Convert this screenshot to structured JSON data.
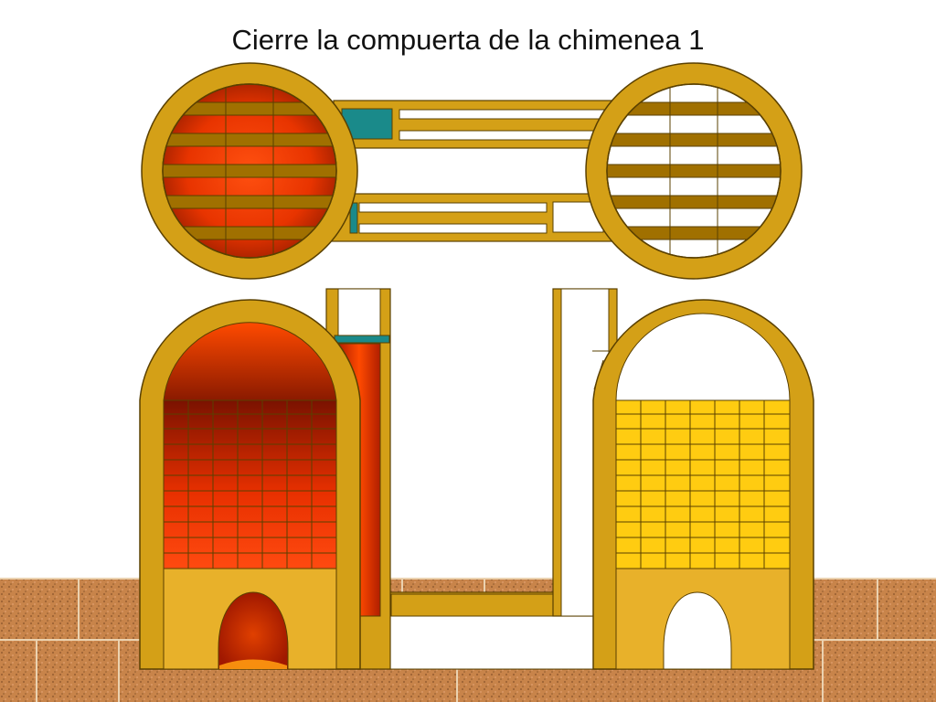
{
  "slide": {
    "title": "Cierre la compuerta de la chimenea 1"
  },
  "colors": {
    "brick": "#D4A017",
    "brick_light": "#E8B12A",
    "outline": "#5A4000",
    "slat": "#A07000",
    "hot_inner": "#FF4000",
    "hot_outer": "#8A1A00",
    "cool_checker": "#FFCC11",
    "damper": "#1A8A8A",
    "ground": "#C8844A",
    "ground_dark": "#8E5A2E",
    "flue_white": "#ffffff"
  },
  "state": {
    "stove1": "hot",
    "stove2": "cool",
    "chimney1_damper": "closing"
  }
}
